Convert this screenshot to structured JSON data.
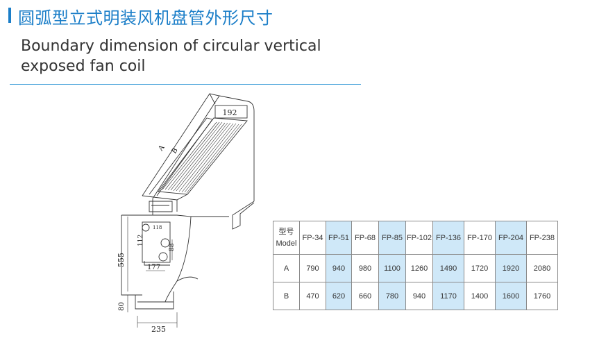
{
  "heading": {
    "title_cn": "圆弧型立式明装风机盘管外形尺寸",
    "title_en_line1": "Boundary dimension of circular vertical",
    "title_en_line2": "exposed fan coil"
  },
  "diagram": {
    "labels": {
      "dim_192": "192",
      "dim_a": "A",
      "dim_b": "B",
      "dim_118": "118",
      "dim_112": "112",
      "dim_88": "88",
      "dim_177": "177",
      "dim_555": "555",
      "dim_80": "80",
      "dim_235": "235"
    }
  },
  "table": {
    "header_cn": "型号",
    "header_en": "Model",
    "models": [
      "FP-34",
      "FP-51",
      "FP-68",
      "FP-85",
      "FP-102",
      "FP-136",
      "FP-170",
      "FP-204",
      "FP-238"
    ],
    "highlight_columns": [
      1,
      3,
      5,
      7
    ],
    "rows": [
      {
        "label": "A",
        "values": [
          "790",
          "940",
          "980",
          "1100",
          "1260",
          "1490",
          "1720",
          "1920",
          "2080"
        ]
      },
      {
        "label": "B",
        "values": [
          "470",
          "620",
          "660",
          "780",
          "940",
          "1170",
          "1400",
          "1600",
          "1760"
        ]
      }
    ]
  }
}
